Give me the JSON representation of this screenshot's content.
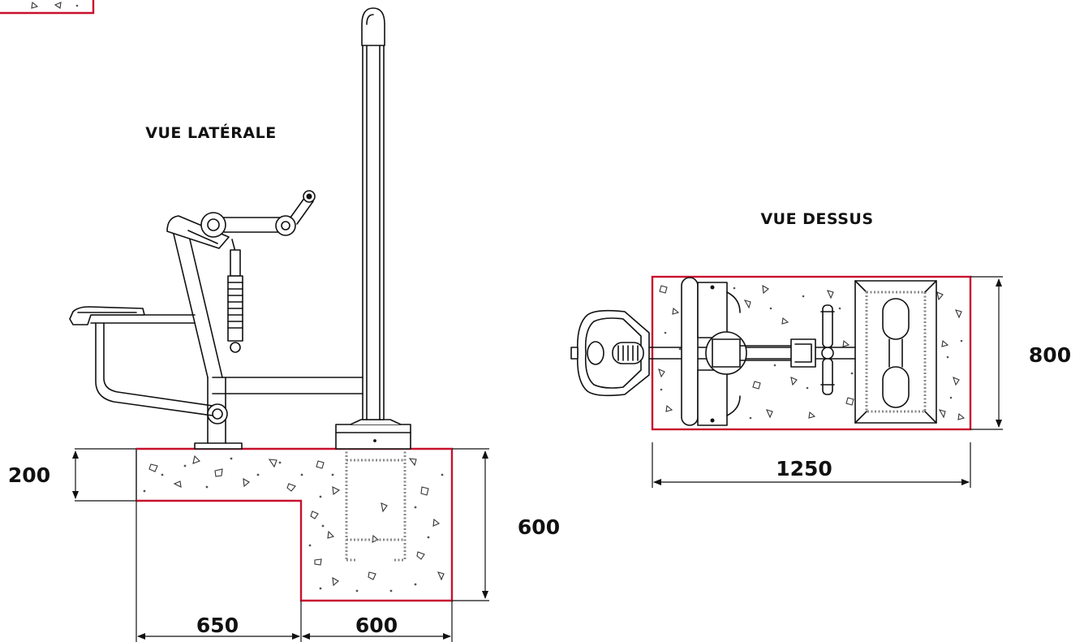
{
  "views": {
    "side_title": "VUE LATÉRALE",
    "top_title": "VUE DESSUS"
  },
  "dimensions": {
    "side_height_top": "200",
    "side_depth_total": "600",
    "side_base_length": "650",
    "side_block_width": "600",
    "top_length": "1250",
    "top_width": "800"
  },
  "colors": {
    "foundation_outline": "#c8102e",
    "linework": "#111111"
  }
}
